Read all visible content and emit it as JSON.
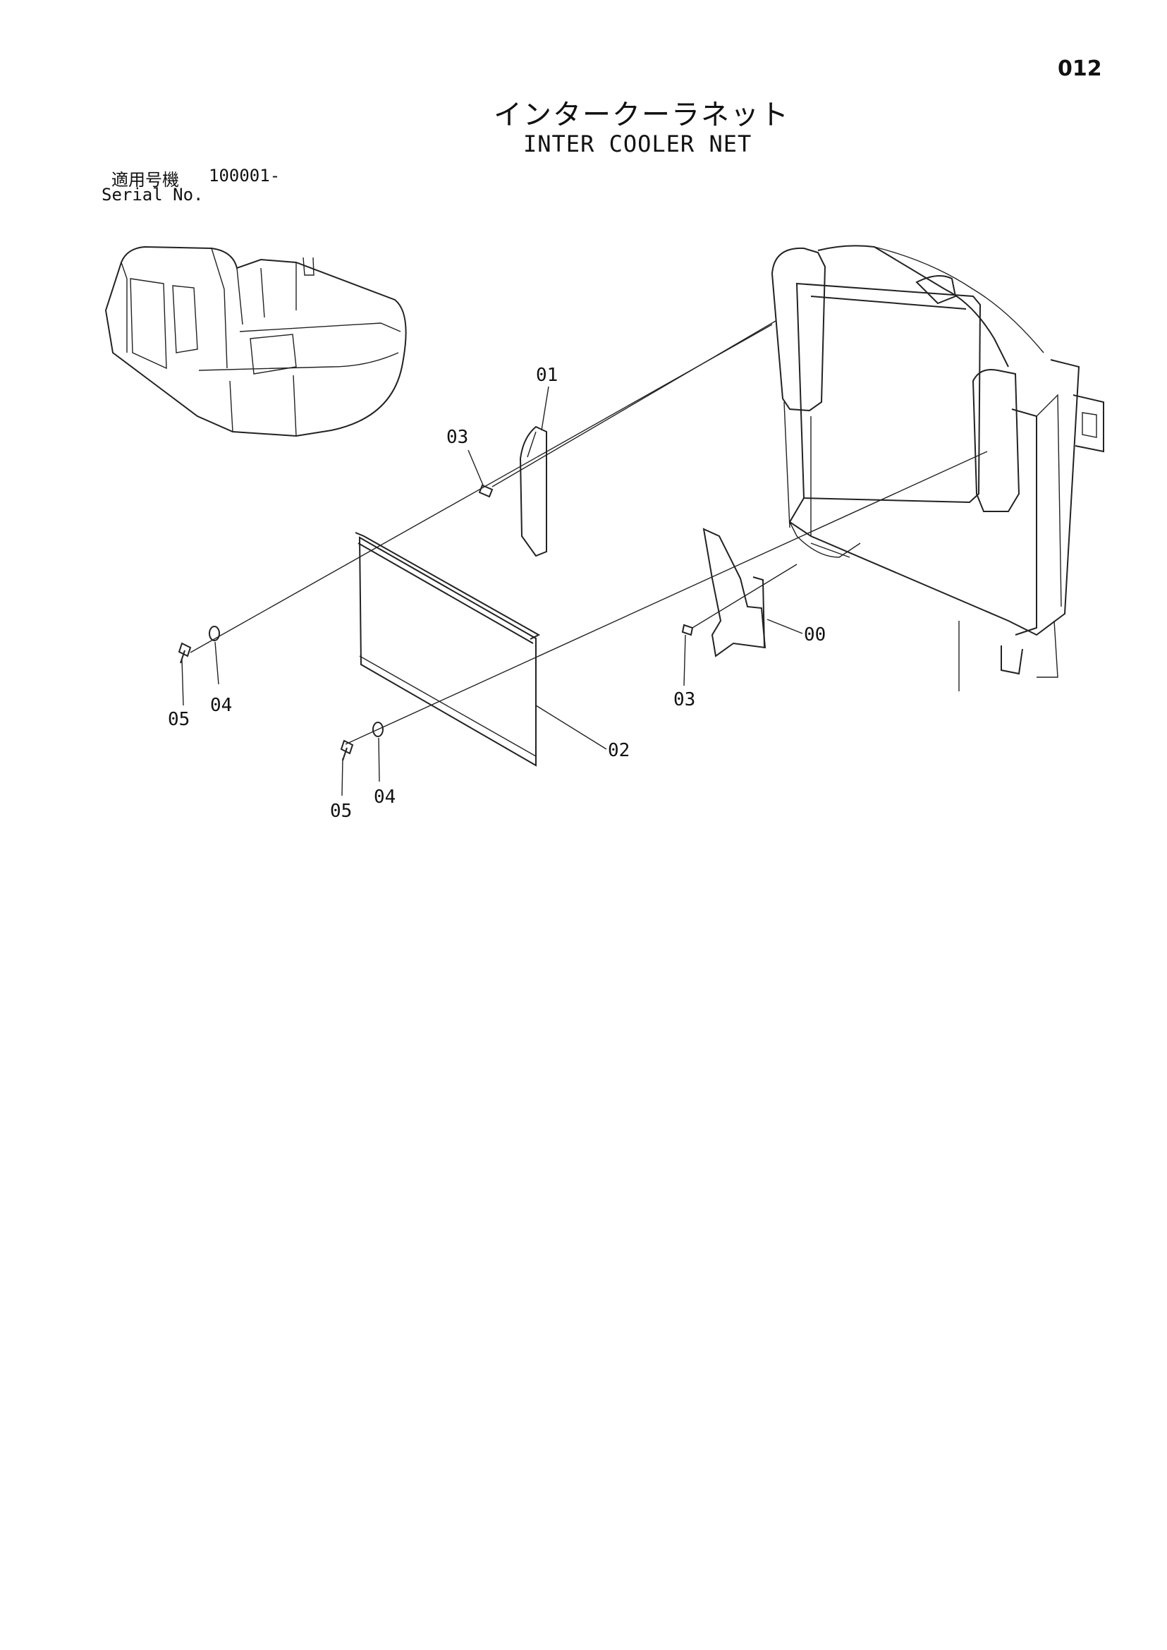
{
  "page": {
    "number": "012"
  },
  "title": {
    "japanese": "インタークーラネット",
    "english": "INTER COOLER NET"
  },
  "serial": {
    "label_jp": "適用号機",
    "value": "100001-",
    "label_en": "Serial No."
  },
  "callouts": [
    "01",
    "03",
    "00",
    "03",
    "02",
    "05",
    "04",
    "05",
    "04"
  ]
}
